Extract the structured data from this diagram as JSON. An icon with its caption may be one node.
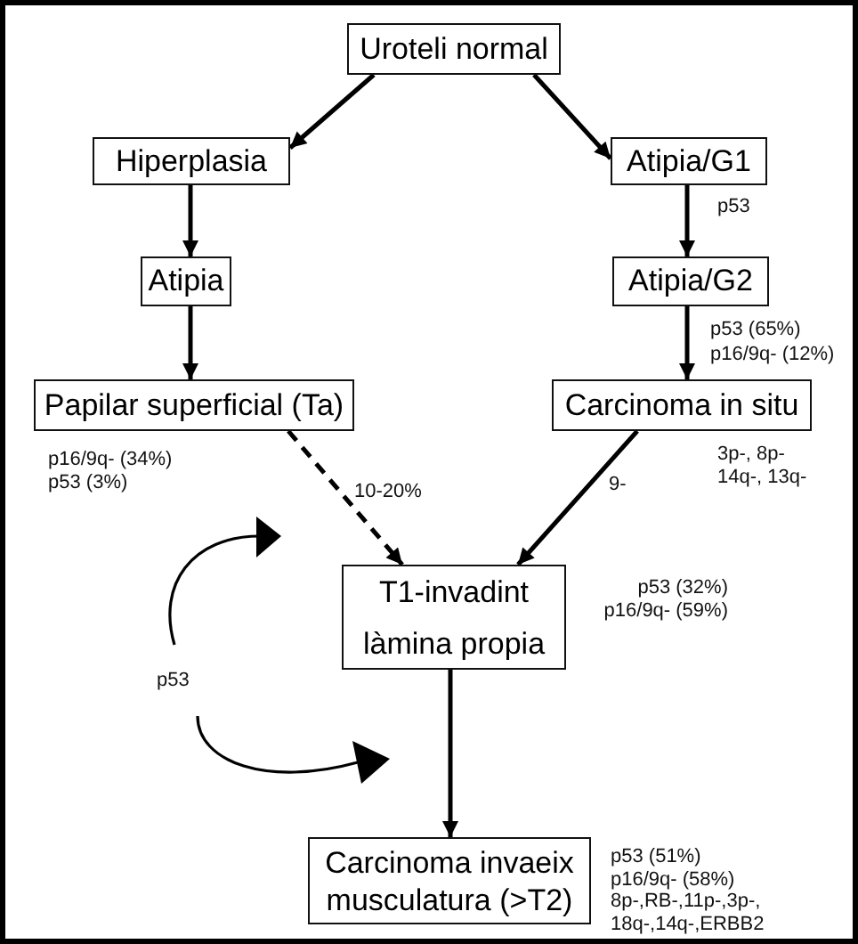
{
  "diagram": {
    "nodes": [
      {
        "text": [
          "Uroteli normal"
        ]
      },
      {
        "text": [
          "Hiperplasia"
        ]
      },
      {
        "text": [
          "Atipia/G1"
        ]
      },
      {
        "text": [
          "Atipia"
        ]
      },
      {
        "text": [
          "Atipia/G2"
        ]
      },
      {
        "text": [
          "Papilar superficial (Ta)"
        ],
        "beside": [
          "p16/9q- (34%)",
          "p53 (3%)"
        ]
      },
      {
        "text": [
          "Carcinoma in situ"
        ],
        "beside": [
          "3p-, 8p-",
          "14q-, 13q-"
        ]
      },
      {
        "text": [
          "T1-invadint làmina propia"
        ],
        "beside": [
          "p53 (32%)",
          "p16/9q- (59%)"
        ]
      },
      {
        "text": [
          "Carcinoma invaeix musculatura (>T2)"
        ],
        "beside": [
          "p53 (51%)",
          "p16/9q- (58%)",
          "8p-,RB-,11p-,3p-, 18q-,14q-,ERBB2"
        ]
      }
    ],
    "edges": [
      {
        "from": 0,
        "to": 1,
        "arrow": "to"
      },
      {
        "from": 0,
        "to": 2,
        "arrow": "to"
      },
      {
        "from": 1,
        "to": 3,
        "arrow": "to"
      },
      {
        "from": 2,
        "to": 4,
        "arrow": "to",
        "label": "p53"
      },
      {
        "from": 3,
        "to": 5,
        "arrow": "to"
      },
      {
        "from": 4,
        "to": 6,
        "arrow": "to",
        "label": "p53 (65%) p16/9q- (12%)"
      },
      {
        "from": 5,
        "to": 7,
        "arrow": "to",
        "label": "10-20%",
        "style": "dashed"
      },
      {
        "from": 6,
        "to": 7,
        "arrow": "to",
        "label": "9-"
      },
      {
        "from": 7,
        "to": 8,
        "arrow": "to"
      }
    ],
    "labels": [
      "p53"
    ]
  }
}
